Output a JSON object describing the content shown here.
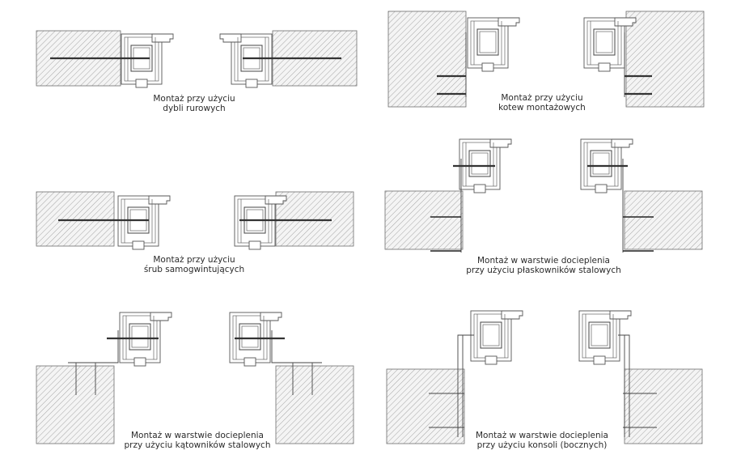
{
  "panels": [
    {
      "id": "p1",
      "caption": [
        "Montaż przy użyciu",
        "dybli rurowych"
      ]
    },
    {
      "id": "p2",
      "caption": [
        "Montaż przy użyciu",
        "kotew montażowych"
      ]
    },
    {
      "id": "p3",
      "caption": [
        "Montaż przy użyciu",
        "śrub samogwintujących"
      ]
    },
    {
      "id": "p4",
      "caption": [
        "Montaż w warstwie docieplenia",
        "przy użyciu płaskowników stalowych"
      ]
    },
    {
      "id": "p5",
      "caption": [
        "Montaż w warstwie docieplenia",
        "przy użyciu kątowników stalowych"
      ]
    },
    {
      "id": "p6",
      "caption": [
        "Montaż w warstwie docieplenia",
        "przy użyciu konsoli (bocznych)"
      ]
    }
  ],
  "colors": {
    "line": "#555555",
    "hatch": "#9a9a9a",
    "background": "#ffffff"
  }
}
